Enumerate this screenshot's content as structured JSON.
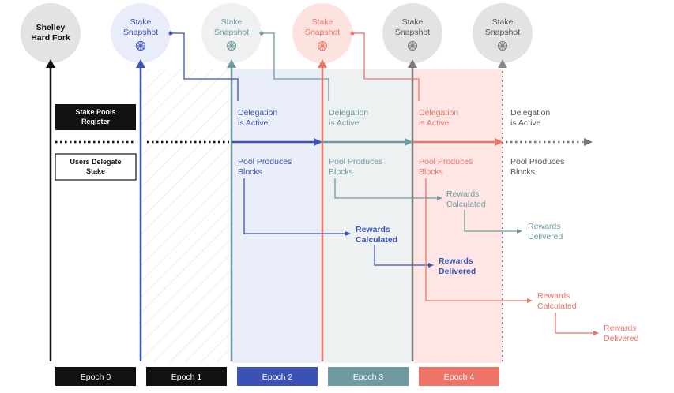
{
  "colors": {
    "black": "#111111",
    "epoch1": "#3b52b4",
    "epoch2": "#6f9aa0",
    "epoch3": "#ee7468",
    "epoch4": "#7a7a7a",
    "circle_gray": "#e3e3e3",
    "circle_blue": "#e8edf9",
    "circle_teal": "#eef0f1",
    "circle_red": "#fde3e0",
    "band_blue": "#e9eef9",
    "band_teal": "#eef1f2",
    "band_red": "#fde6e3"
  },
  "shelley": {
    "line1": "Shelley",
    "line2": "Hard Fork"
  },
  "snapshots": [
    {
      "line1": "Stake",
      "line2": "Snapshot",
      "icon": "cardano-icon"
    },
    {
      "line1": "Stake",
      "line2": "Snapshot",
      "icon": "cardano-icon"
    },
    {
      "line1": "Stake",
      "line2": "Snapshot",
      "icon": "cardano-icon"
    },
    {
      "line1": "Stake",
      "line2": "Snapshot",
      "icon": "cardano-icon"
    },
    {
      "line1": "Stake",
      "line2": "Snapshot",
      "icon": "cardano-icon"
    }
  ],
  "left_boxes": {
    "pools_register": {
      "line1": "Stake Pools",
      "line2": "Register"
    },
    "users_delegate": {
      "line1": "Users Delegate",
      "line2": "Stake"
    }
  },
  "delegation": [
    {
      "line1": "Delegation",
      "line2": "is Active"
    },
    {
      "line1": "Delegation",
      "line2": "is Active"
    },
    {
      "line1": "Delegation",
      "line2": "is Active"
    },
    {
      "line1": "Delegation",
      "line2": "is Active"
    }
  ],
  "pool_blocks": [
    {
      "line1": "Pool Produces",
      "line2": "Blocks"
    },
    {
      "line1": "Pool Produces",
      "line2": "Blocks"
    },
    {
      "line1": "Pool Produces",
      "line2": "Blocks"
    },
    {
      "line1": "Pool Produces",
      "line2": "Blocks"
    }
  ],
  "rewards": {
    "blue_calc": {
      "line1": "Rewards",
      "line2": "Calculated"
    },
    "blue_deliv": {
      "line1": "Rewards",
      "line2": "Delivered"
    },
    "teal_calc": {
      "line1": "Rewards",
      "line2": "Calculated"
    },
    "teal_deliv": {
      "line1": "Rewards",
      "line2": "Delivered"
    },
    "red_calc": {
      "line1": "Rewards",
      "line2": "Calculated"
    },
    "red_deliv": {
      "line1": "Rewards",
      "line2": "Delivered"
    }
  },
  "epochs": [
    "Epoch 0",
    "Epoch 1",
    "Epoch 2",
    "Epoch 3",
    "Epoch 4"
  ]
}
